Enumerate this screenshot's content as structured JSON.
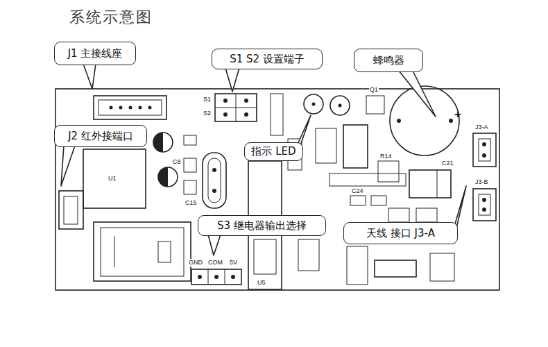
{
  "diagram": {
    "title": "系统示意图",
    "nodes": [
      {
        "text": [
          "J1 主接线座"
        ]
      },
      {
        "text": [
          "S1 S2 设置端子"
        ]
      },
      {
        "text": [
          "蜂鸣器"
        ]
      },
      {
        "text": [
          "J2 红外接端口"
        ]
      },
      {
        "text": [
          "指示 LED"
        ]
      },
      {
        "text": [
          "S3 继电器输出选择"
        ]
      },
      {
        "text": [
          "天线 接口 J3-A"
        ]
      }
    ],
    "labels": [
      "S1",
      "S2",
      "Q1",
      "+",
      "J3-A",
      "J3-B",
      "C21",
      "U1",
      "C8",
      "C15",
      "R14",
      "C24",
      "GND",
      "COM",
      "5V",
      "U5"
    ]
  }
}
